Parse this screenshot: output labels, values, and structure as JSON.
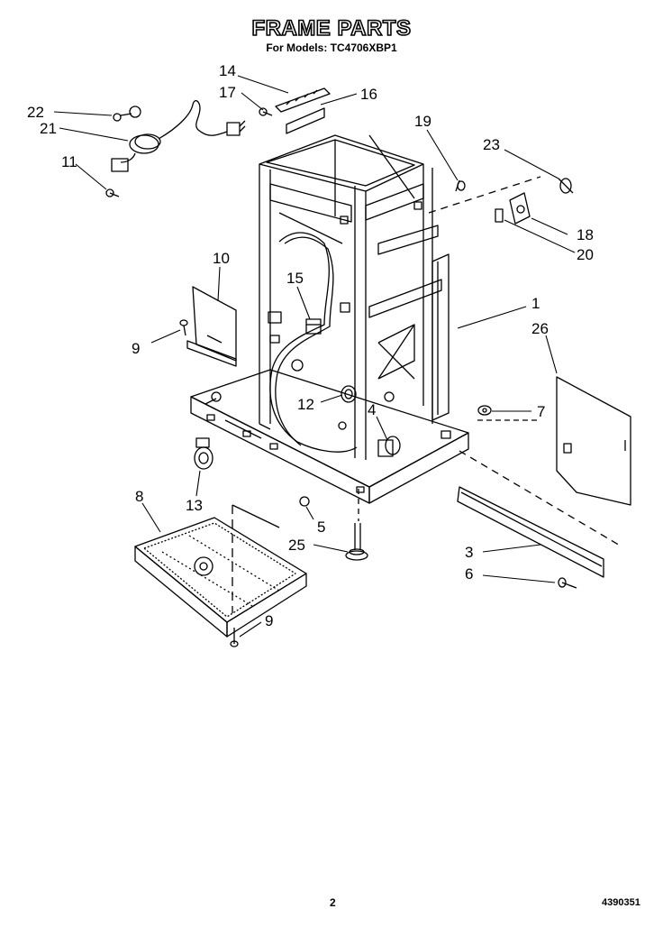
{
  "header": {
    "title": "FRAME PARTS",
    "subtitle": "For Models: TC4706XBP1"
  },
  "footer": {
    "page_number": "2",
    "part_code": "4390351"
  },
  "callouts": {
    "c1": "1",
    "c3": "3",
    "c4": "4",
    "c5": "5",
    "c6": "6",
    "c7": "7",
    "c8": "8",
    "c9a": "9",
    "c9b": "9",
    "c10": "10",
    "c11": "11",
    "c12": "12",
    "c13": "13",
    "c14": "14",
    "c15": "15",
    "c16": "16",
    "c17": "17",
    "c18": "18",
    "c19": "19",
    "c20": "20",
    "c21": "21",
    "c22": "22",
    "c23": "23",
    "c25": "25",
    "c26": "26"
  }
}
